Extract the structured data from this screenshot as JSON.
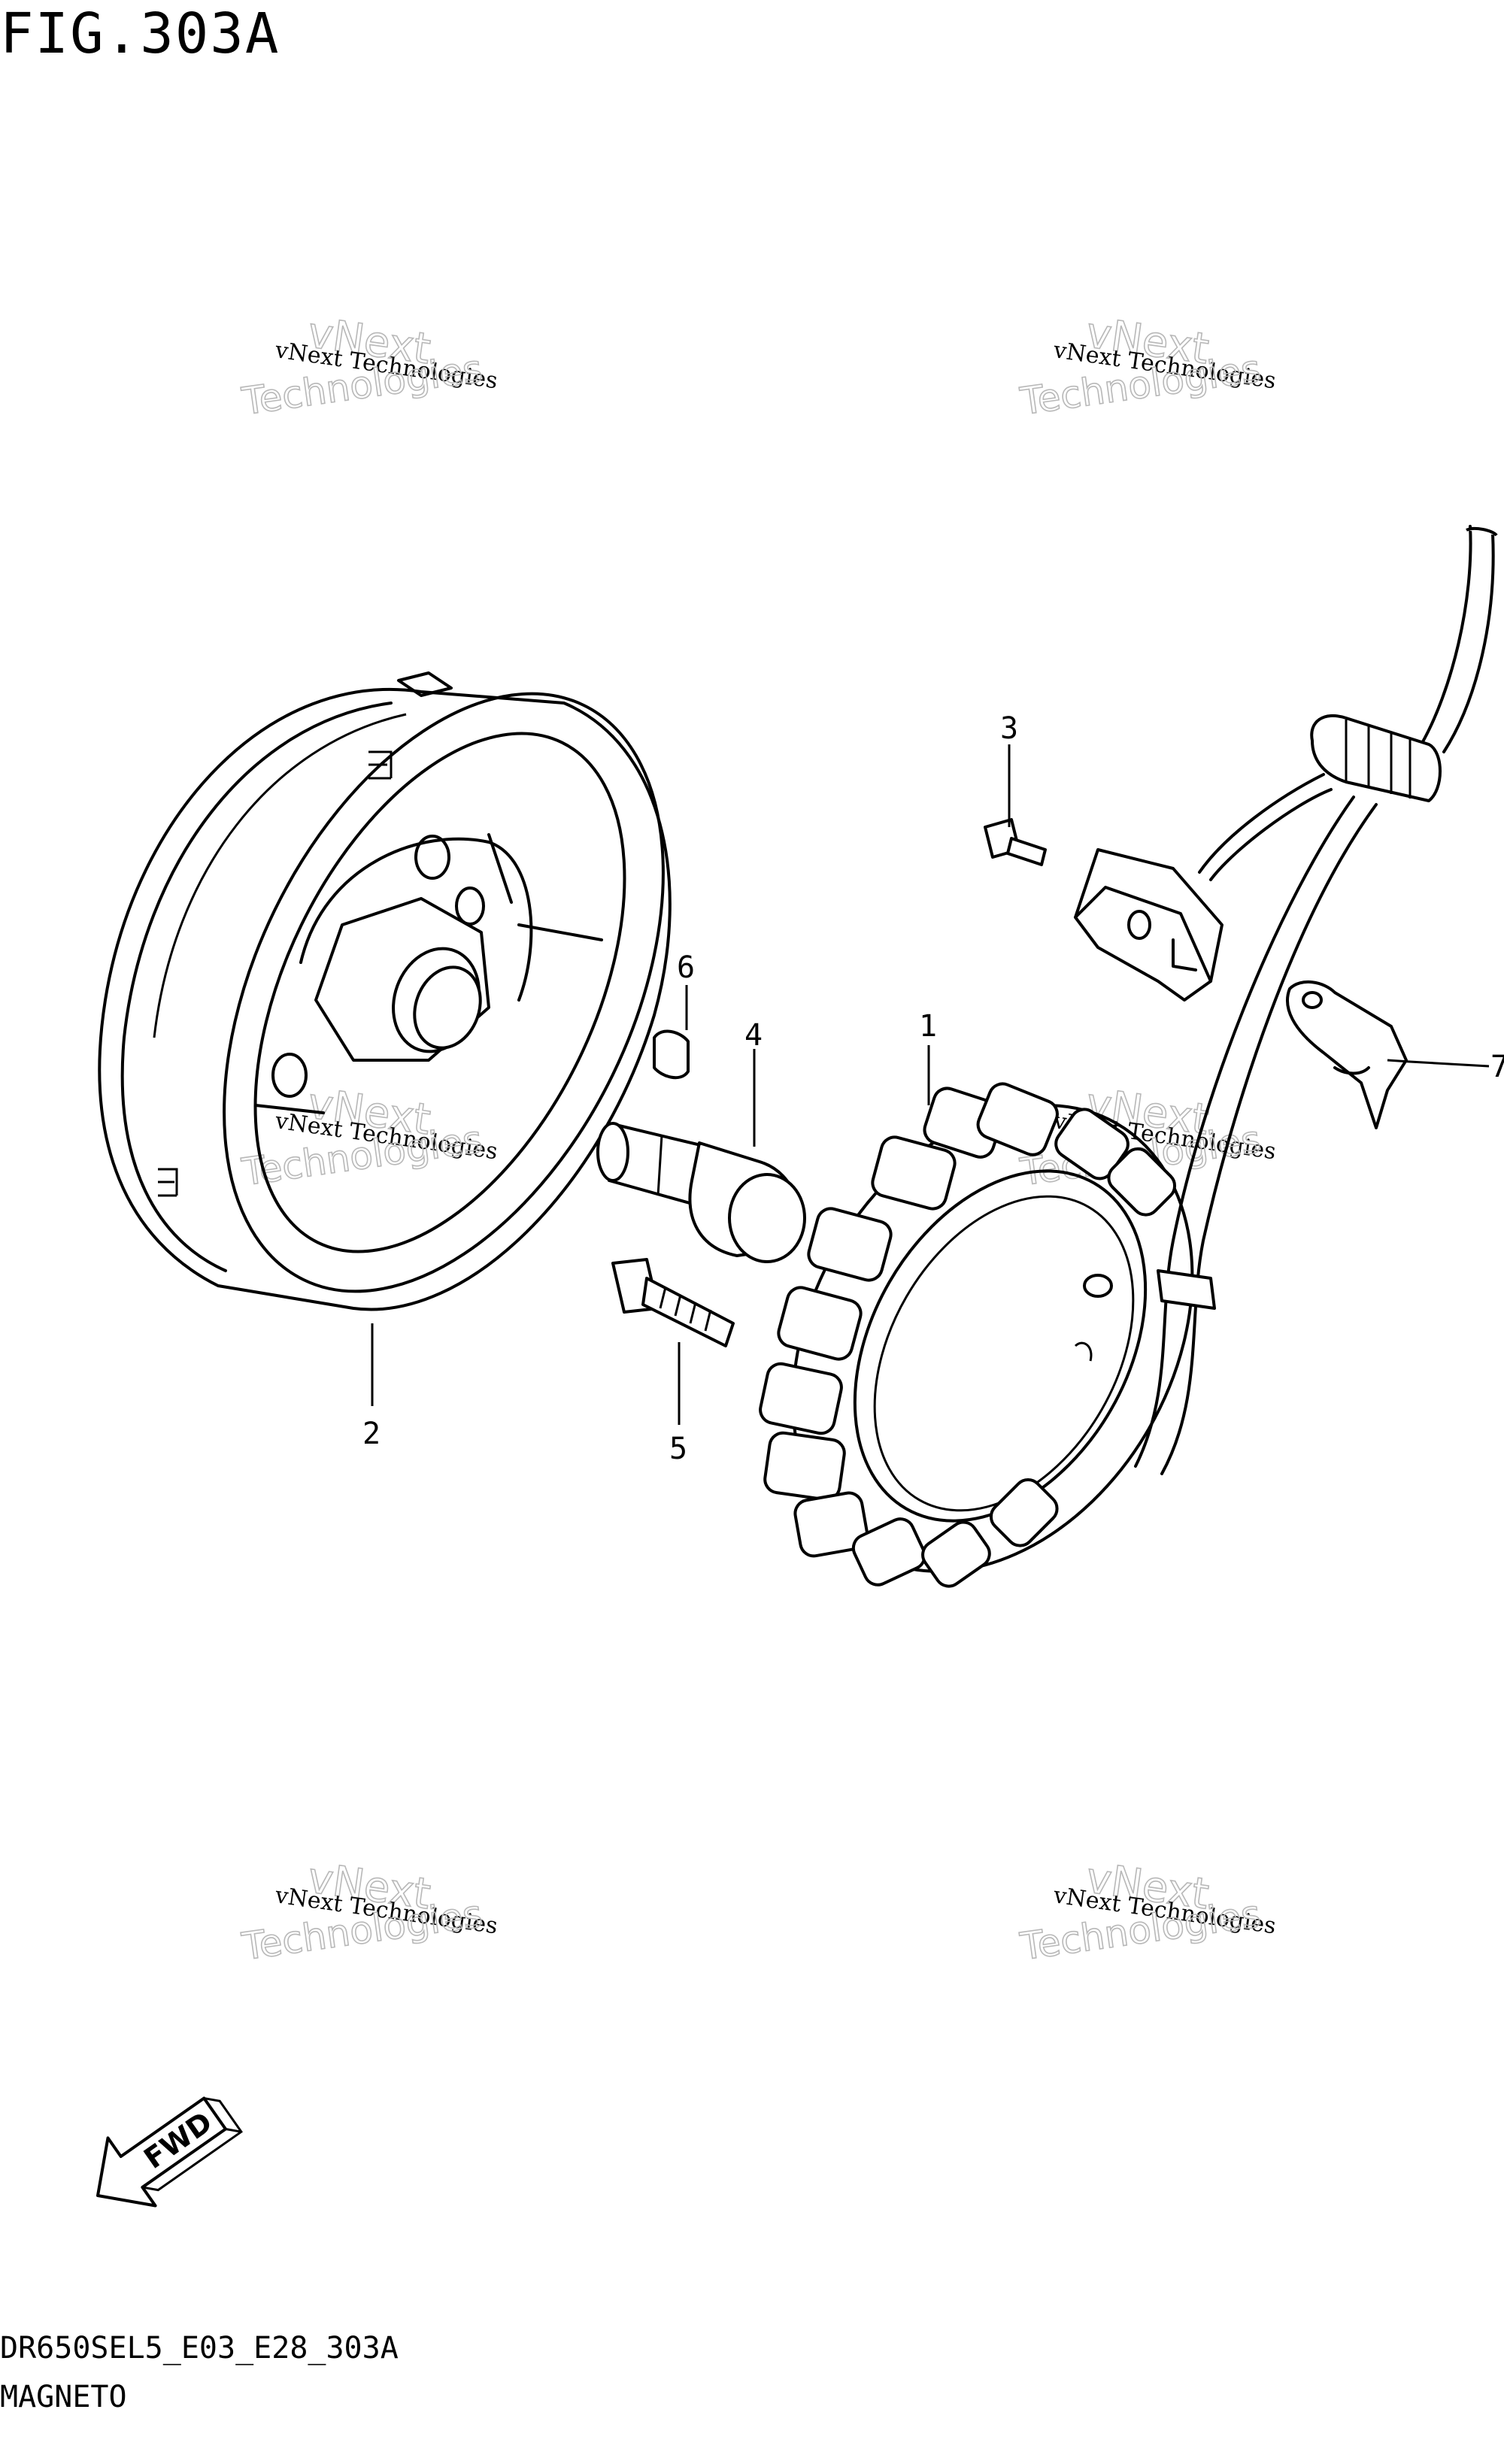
{
  "figure_title": "FIG.303A",
  "footer": {
    "code": "DR650SEL5_E03_E28_303A",
    "name": "MAGNETO"
  },
  "callouts": [
    "1",
    "2",
    "3",
    "4",
    "5",
    "6",
    "7"
  ],
  "fwd_label": "FWD",
  "watermark": {
    "line1": "vNext Technologies",
    "line2": "vNext",
    "line3": "Technologies"
  },
  "icons": {
    "fwd": "fwd-arrow-icon"
  }
}
